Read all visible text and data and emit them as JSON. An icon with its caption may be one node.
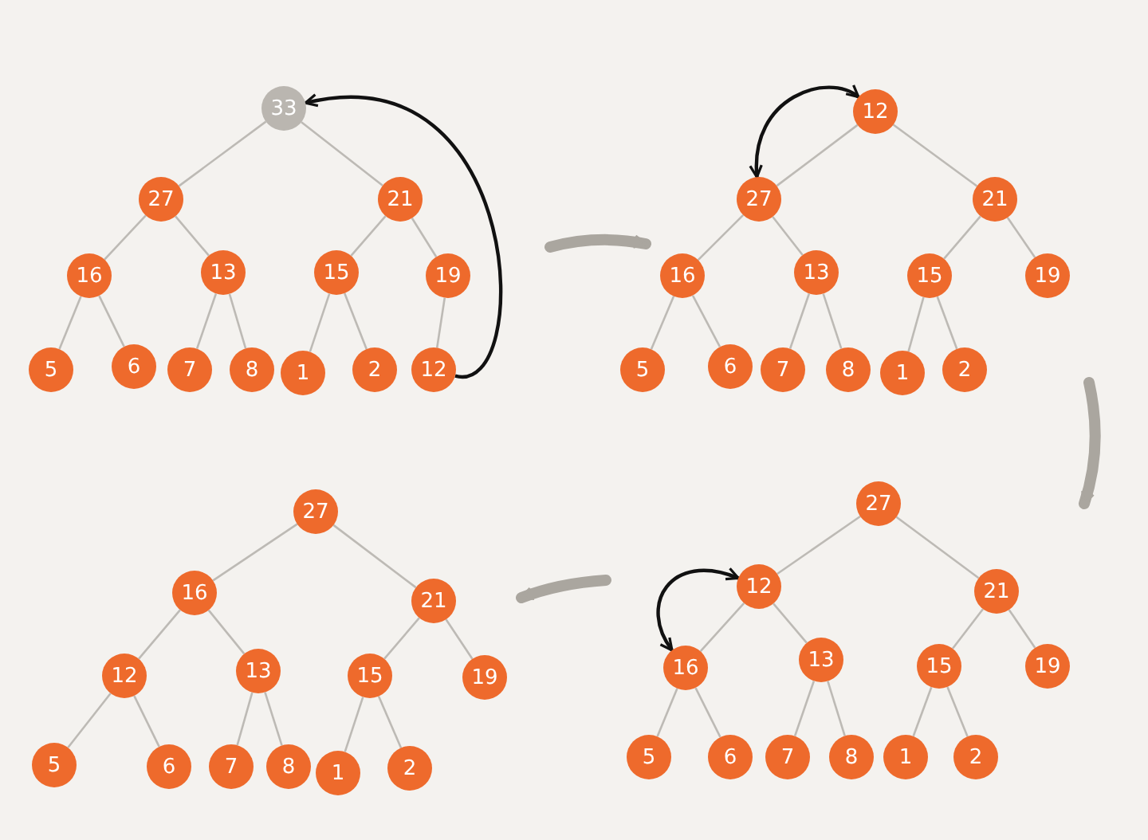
{
  "diagram": {
    "nodes": [
      {
        "text": [
          "33"
        ]
      },
      {
        "text": [
          "27"
        ]
      },
      {
        "text": [
          "21"
        ]
      },
      {
        "text": [
          "16"
        ]
      },
      {
        "text": [
          "13"
        ]
      },
      {
        "text": [
          "15"
        ]
      },
      {
        "text": [
          "19"
        ]
      },
      {
        "text": [
          "5"
        ]
      },
      {
        "text": [
          "6"
        ]
      },
      {
        "text": [
          "7"
        ]
      },
      {
        "text": [
          "8"
        ]
      },
      {
        "text": [
          "1"
        ]
      },
      {
        "text": [
          "2"
        ]
      },
      {
        "text": [
          "12"
        ]
      },
      {
        "text": [
          "12"
        ]
      },
      {
        "text": [
          "27"
        ]
      },
      {
        "text": [
          "21"
        ]
      },
      {
        "text": [
          "16"
        ]
      },
      {
        "text": [
          "13"
        ]
      },
      {
        "text": [
          "15"
        ]
      },
      {
        "text": [
          "19"
        ]
      },
      {
        "text": [
          "5"
        ]
      },
      {
        "text": [
          "6"
        ]
      },
      {
        "text": [
          "7"
        ]
      },
      {
        "text": [
          "8"
        ]
      },
      {
        "text": [
          "1"
        ]
      },
      {
        "text": [
          "2"
        ]
      },
      {
        "text": [
          "27"
        ]
      },
      {
        "text": [
          "12"
        ]
      },
      {
        "text": [
          "21"
        ]
      },
      {
        "text": [
          "16"
        ]
      },
      {
        "text": [
          "13"
        ]
      },
      {
        "text": [
          "15"
        ]
      },
      {
        "text": [
          "19"
        ]
      },
      {
        "text": [
          "5"
        ]
      },
      {
        "text": [
          "6"
        ]
      },
      {
        "text": [
          "7"
        ]
      },
      {
        "text": [
          "8"
        ]
      },
      {
        "text": [
          "1"
        ]
      },
      {
        "text": [
          "2"
        ]
      },
      {
        "text": [
          "27"
        ]
      },
      {
        "text": [
          "16"
        ]
      },
      {
        "text": [
          "21"
        ]
      },
      {
        "text": [
          "12"
        ]
      },
      {
        "text": [
          "13"
        ]
      },
      {
        "text": [
          "15"
        ]
      },
      {
        "text": [
          "19"
        ]
      },
      {
        "text": [
          "5"
        ]
      },
      {
        "text": [
          "6"
        ]
      },
      {
        "text": [
          "7"
        ]
      },
      {
        "text": [
          "8"
        ]
      },
      {
        "text": [
          "1"
        ]
      },
      {
        "text": [
          "2"
        ]
      }
    ],
    "edges": [
      {
        "from": 0,
        "to": 1,
        "arrow": "none"
      },
      {
        "from": 0,
        "to": 2,
        "arrow": "none"
      },
      {
        "from": 1,
        "to": 3,
        "arrow": "none"
      },
      {
        "from": 1,
        "to": 4,
        "arrow": "none"
      },
      {
        "from": 2,
        "to": 5,
        "arrow": "none"
      },
      {
        "from": 2,
        "to": 6,
        "arrow": "none"
      },
      {
        "from": 3,
        "to": 7,
        "arrow": "none"
      },
      {
        "from": 3,
        "to": 8,
        "arrow": "none"
      },
      {
        "from": 4,
        "to": 9,
        "arrow": "none"
      },
      {
        "from": 4,
        "to": 10,
        "arrow": "none"
      },
      {
        "from": 5,
        "to": 11,
        "arrow": "none"
      },
      {
        "from": 5,
        "to": 12,
        "arrow": "none"
      },
      {
        "from": 6,
        "to": 13,
        "arrow": "none"
      },
      {
        "from": 13,
        "to": 0,
        "arrow": "to",
        "color": "#111111"
      },
      {
        "from": 14,
        "to": 15,
        "arrow": "none"
      },
      {
        "from": 14,
        "to": 16,
        "arrow": "none"
      },
      {
        "from": 15,
        "to": 17,
        "arrow": "none"
      },
      {
        "from": 15,
        "to": 18,
        "arrow": "none"
      },
      {
        "from": 16,
        "to": 19,
        "arrow": "none"
      },
      {
        "from": 16,
        "to": 20,
        "arrow": "none"
      },
      {
        "from": 17,
        "to": 21,
        "arrow": "none"
      },
      {
        "from": 17,
        "to": 22,
        "arrow": "none"
      },
      {
        "from": 18,
        "to": 23,
        "arrow": "none"
      },
      {
        "from": 18,
        "to": 24,
        "arrow": "none"
      },
      {
        "from": 19,
        "to": 25,
        "arrow": "none"
      },
      {
        "from": 19,
        "to": 26,
        "arrow": "none"
      },
      {
        "from": 14,
        "to": 15,
        "arrow": "both",
        "color": "#111111"
      },
      {
        "from": 27,
        "to": 28,
        "arrow": "none"
      },
      {
        "from": 27,
        "to": 29,
        "arrow": "none"
      },
      {
        "from": 28,
        "to": 30,
        "arrow": "none"
      },
      {
        "from": 28,
        "to": 31,
        "arrow": "none"
      },
      {
        "from": 29,
        "to": 32,
        "arrow": "none"
      },
      {
        "from": 29,
        "to": 33,
        "arrow": "none"
      },
      {
        "from": 30,
        "to": 34,
        "arrow": "none"
      },
      {
        "from": 30,
        "to": 35,
        "arrow": "none"
      },
      {
        "from": 31,
        "to": 36,
        "arrow": "none"
      },
      {
        "from": 31,
        "to": 37,
        "arrow": "none"
      },
      {
        "from": 32,
        "to": 38,
        "arrow": "none"
      },
      {
        "from": 32,
        "to": 39,
        "arrow": "none"
      },
      {
        "from": 28,
        "to": 30,
        "arrow": "both",
        "color": "#111111"
      },
      {
        "from": 40,
        "to": 41,
        "arrow": "none"
      },
      {
        "from": 40,
        "to": 42,
        "arrow": "none"
      },
      {
        "from": 41,
        "to": 43,
        "arrow": "none"
      },
      {
        "from": 41,
        "to": 44,
        "arrow": "none"
      },
      {
        "from": 42,
        "to": 45,
        "arrow": "none"
      },
      {
        "from": 42,
        "to": 46,
        "arrow": "none"
      },
      {
        "from": 43,
        "to": 47,
        "arrow": "none"
      },
      {
        "from": 43,
        "to": 48,
        "arrow": "none"
      },
      {
        "from": 44,
        "to": 49,
        "arrow": "none"
      },
      {
        "from": 44,
        "to": 50,
        "arrow": "none"
      },
      {
        "from": 45,
        "to": 51,
        "arrow": "none"
      },
      {
        "from": 45,
        "to": 52,
        "arrow": "none"
      }
    ]
  }
}
